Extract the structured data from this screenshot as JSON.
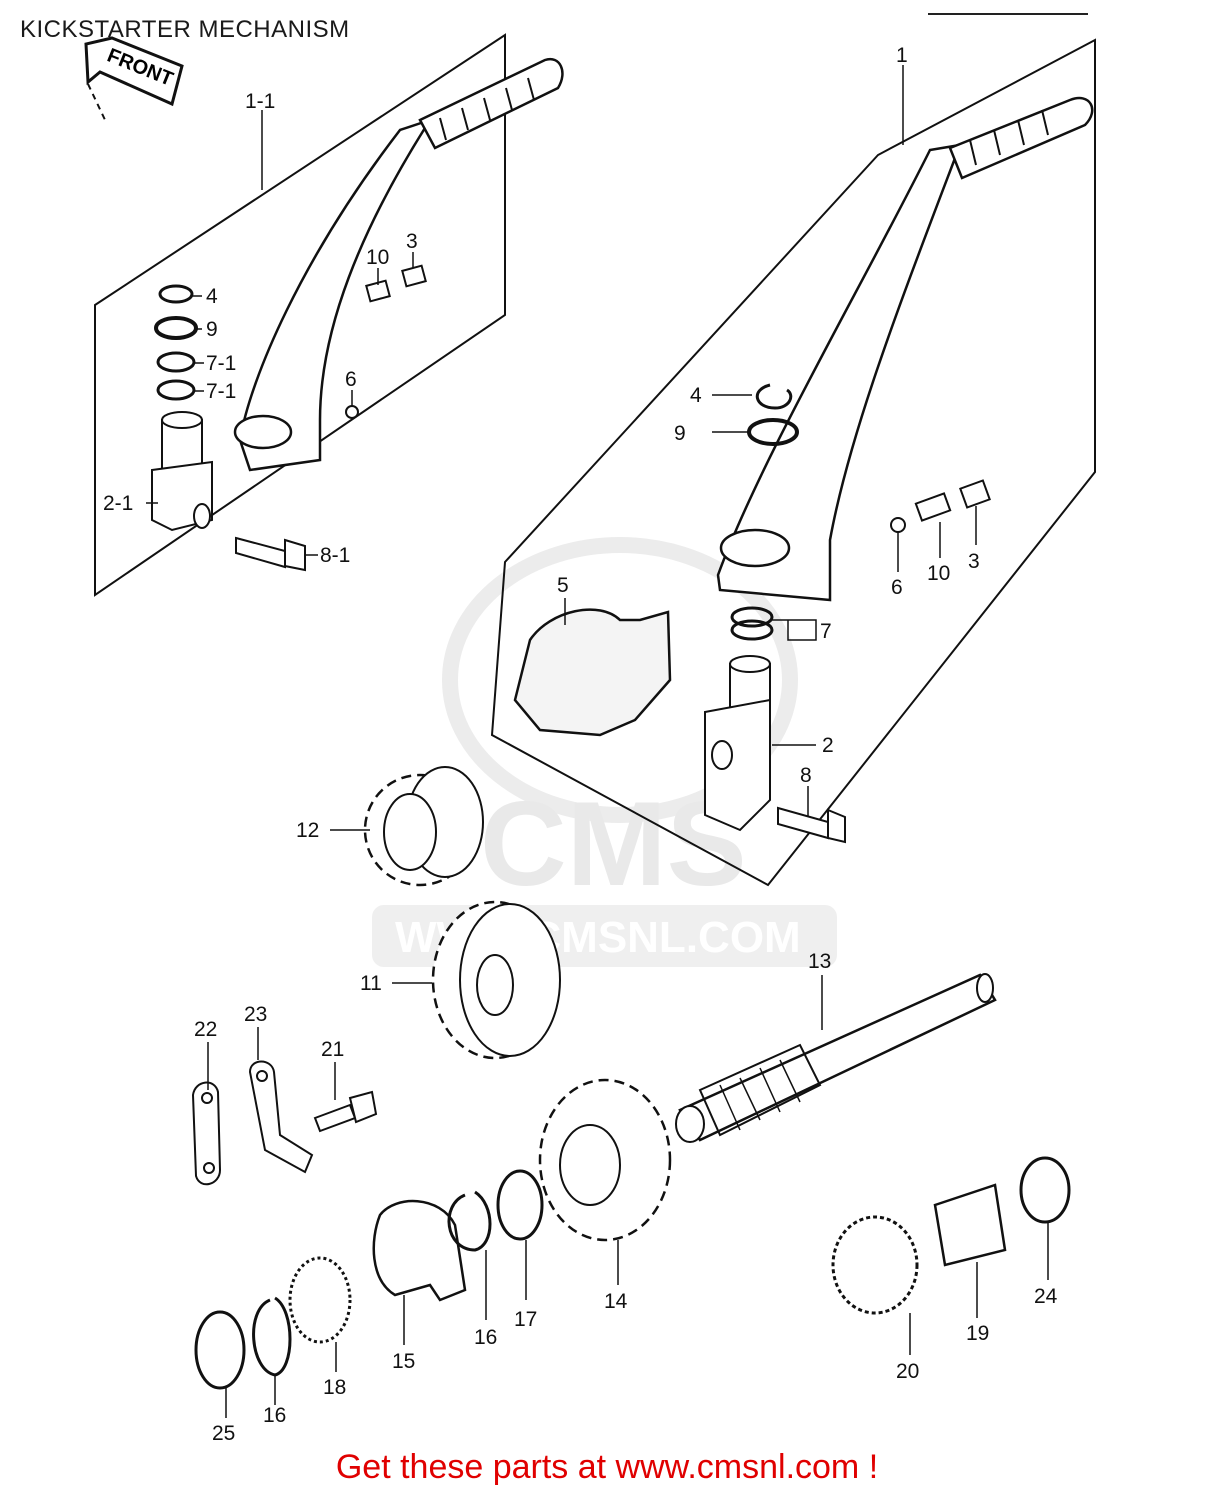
{
  "title": "KICKSTARTER MECHANISM",
  "footer": {
    "link_text": "Get these parts at www.cmsnl.com !"
  },
  "watermark": {
    "logo_text": "CMS",
    "url_text": "WWW.CMSNL.COM"
  },
  "front_marker": {
    "label": "FRONT"
  },
  "callouts": [
    {
      "id": "c-1-1",
      "label": "1-1"
    },
    {
      "id": "c-4a",
      "label": "4"
    },
    {
      "id": "c-9a",
      "label": "9"
    },
    {
      "id": "c-7-1a",
      "label": "7-1"
    },
    {
      "id": "c-7-1b",
      "label": "7-1"
    },
    {
      "id": "c-2-1",
      "label": "2-1"
    },
    {
      "id": "c-8-1",
      "label": "8-1"
    },
    {
      "id": "c-10a",
      "label": "10"
    },
    {
      "id": "c-3a",
      "label": "3"
    },
    {
      "id": "c-6a",
      "label": "6"
    },
    {
      "id": "c-1",
      "label": "1"
    },
    {
      "id": "c-4b",
      "label": "4"
    },
    {
      "id": "c-9b",
      "label": "9"
    },
    {
      "id": "c-6b",
      "label": "6"
    },
    {
      "id": "c-10b",
      "label": "10"
    },
    {
      "id": "c-3b",
      "label": "3"
    },
    {
      "id": "c-5",
      "label": "5"
    },
    {
      "id": "c-7",
      "label": "7"
    },
    {
      "id": "c-2",
      "label": "2"
    },
    {
      "id": "c-8",
      "label": "8"
    },
    {
      "id": "c-12",
      "label": "12"
    },
    {
      "id": "c-11",
      "label": "11"
    },
    {
      "id": "c-13",
      "label": "13"
    },
    {
      "id": "c-22",
      "label": "22"
    },
    {
      "id": "c-23",
      "label": "23"
    },
    {
      "id": "c-21",
      "label": "21"
    },
    {
      "id": "c-14",
      "label": "14"
    },
    {
      "id": "c-15",
      "label": "15"
    },
    {
      "id": "c-16a",
      "label": "16"
    },
    {
      "id": "c-17",
      "label": "17"
    },
    {
      "id": "c-16b",
      "label": "16"
    },
    {
      "id": "c-18",
      "label": "18"
    },
    {
      "id": "c-25",
      "label": "25"
    },
    {
      "id": "c-20",
      "label": "20"
    },
    {
      "id": "c-19",
      "label": "19"
    },
    {
      "id": "c-24",
      "label": "24"
    }
  ]
}
